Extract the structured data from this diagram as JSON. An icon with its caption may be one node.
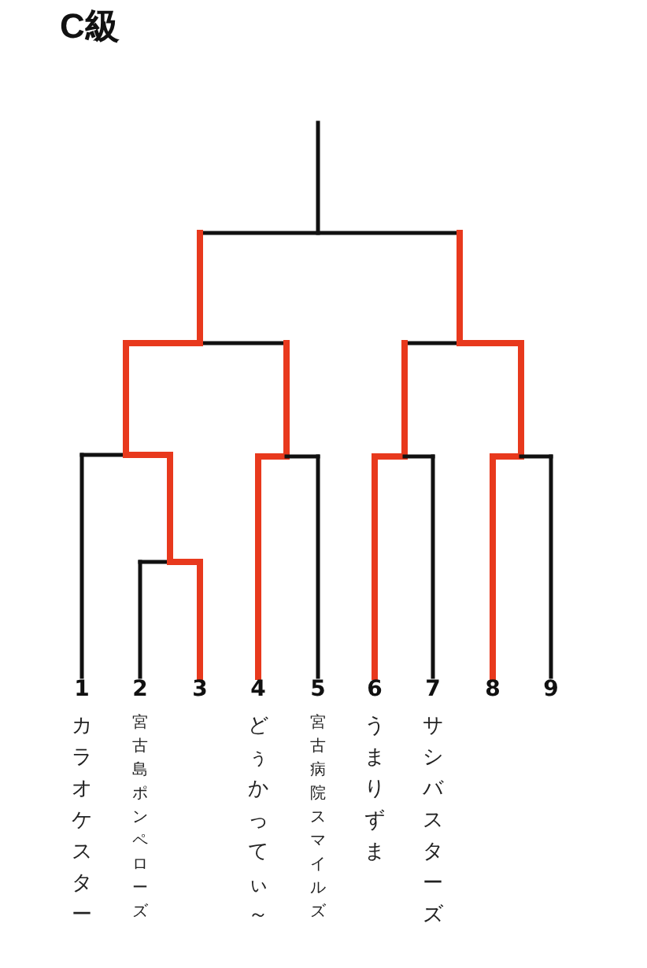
{
  "diagram": {
    "title": "C級",
    "nodes": [
      {
        "text": [
          "1",
          "カラオケスター"
        ]
      },
      {
        "text": [
          "2",
          "宮古島ポンペローズ"
        ]
      },
      {
        "text": [
          "3"
        ]
      },
      {
        "text": [
          "4",
          "どぅかってぃ～"
        ]
      },
      {
        "text": [
          "5",
          "宮古病院スマイルズ"
        ]
      },
      {
        "text": [
          "6",
          "うまりずま"
        ]
      },
      {
        "text": [
          "7",
          "サシバスターズ"
        ]
      },
      {
        "text": [
          "8"
        ]
      },
      {
        "text": [
          "9"
        ]
      }
    ]
  }
}
